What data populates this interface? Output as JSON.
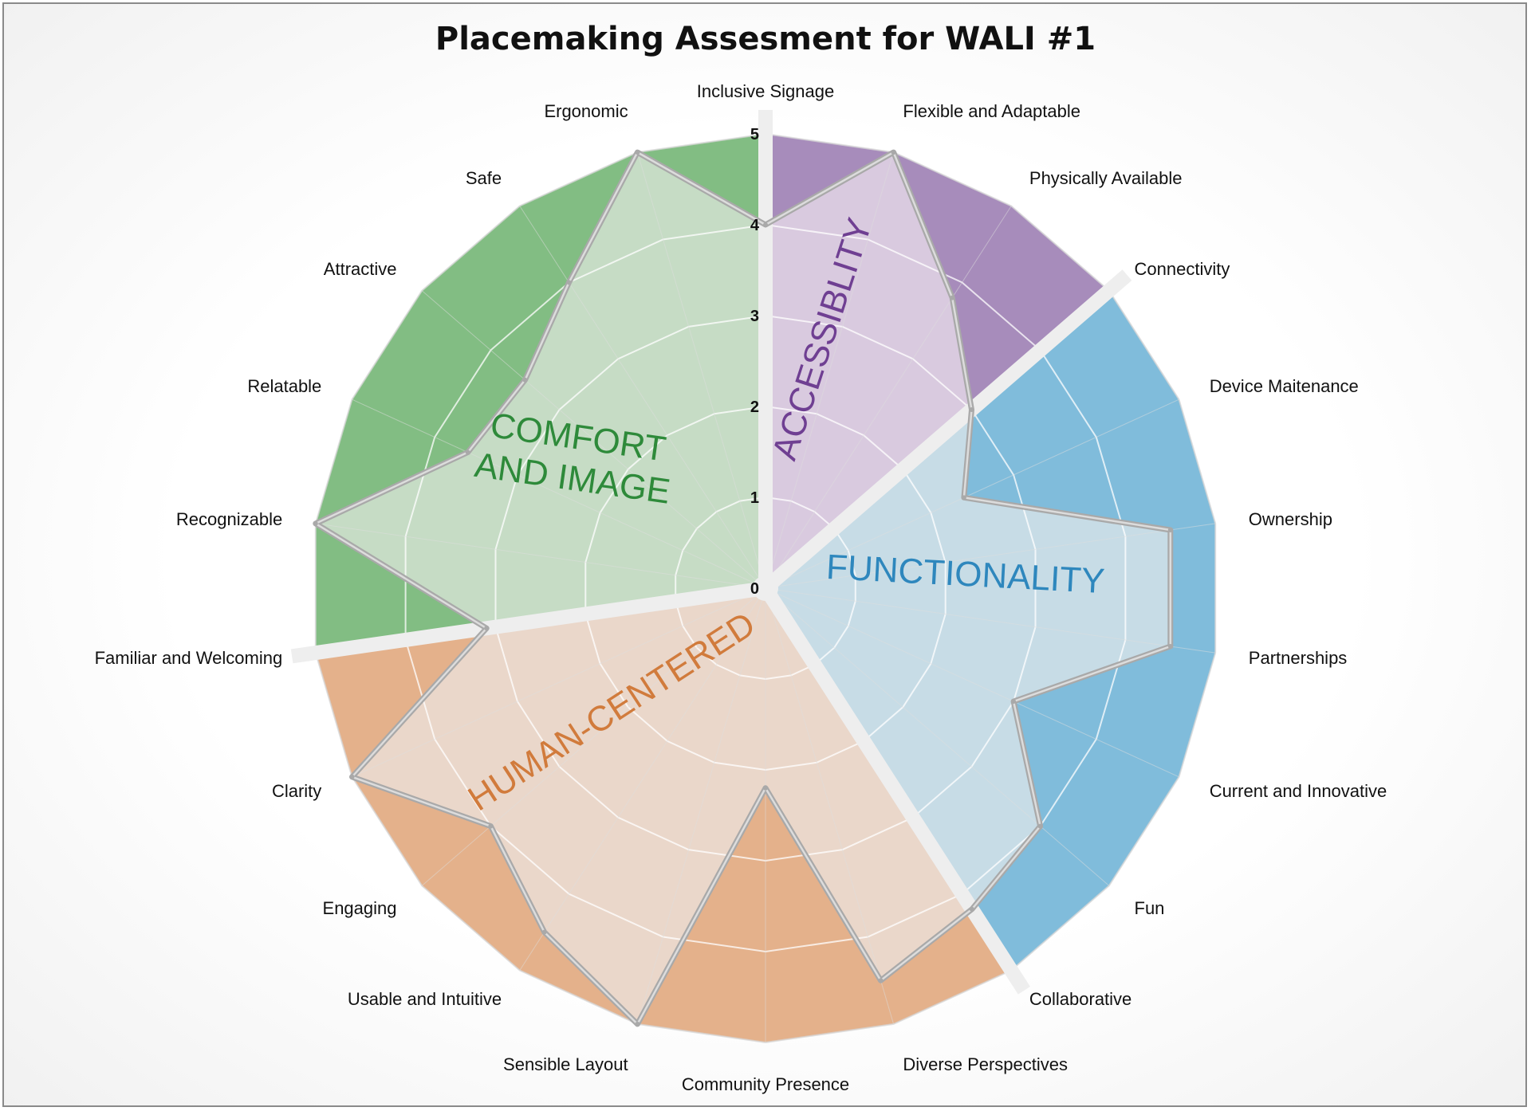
{
  "chart_data": {
    "type": "radar",
    "title": "Placemaking Assesment for WALI #1",
    "r_range": [
      0,
      5
    ],
    "r_ticks": [
      "0",
      "1",
      "2",
      "3",
      "4",
      "5"
    ],
    "grid": true,
    "axes": [
      "Inclusive Signage",
      "Flexible and Adaptable",
      "Physically Available",
      "Connectivity",
      "Device Maitenance",
      "Ownership",
      "Partnerships",
      "Current and Innovative",
      "Fun",
      "Collaborative",
      "Diverse Perspectives",
      "Community Presence",
      "Sensible Layout",
      "Usable and Intuitive",
      "Engaging",
      "Clarity",
      "Familiar and Welcoming",
      "Recognizable",
      "Relatable",
      "Attractive",
      "Safe",
      "Ergonomic"
    ],
    "series": [
      {
        "values": [
          4,
          5,
          3.8,
          3,
          2.4,
          4.5,
          4.5,
          3,
          4,
          4.2,
          4.5,
          2.2,
          5,
          4.5,
          4,
          5,
          3.1,
          5,
          3.6,
          3.5,
          4,
          5
        ]
      }
    ],
    "groups": [
      {
        "name": "ACCESSIBLITY",
        "color": "#a78cbb",
        "light": "#d9cadf",
        "text_color": "#6f3f92"
      },
      {
        "name": "FUNCTIONALITY",
        "color": "#80bcdb",
        "light": "#c7dce6",
        "text_color": "#2e87bd"
      },
      {
        "name": "HUMAN-CENTERED",
        "color": "#e4b18b",
        "light": "#ead7ca",
        "text_color": "#d17b3c"
      },
      {
        "name": "COMFORT AND IMAGE",
        "color": "#82bd83",
        "light": "#c6dcc5",
        "text_color": "#2e8a3a"
      }
    ]
  }
}
